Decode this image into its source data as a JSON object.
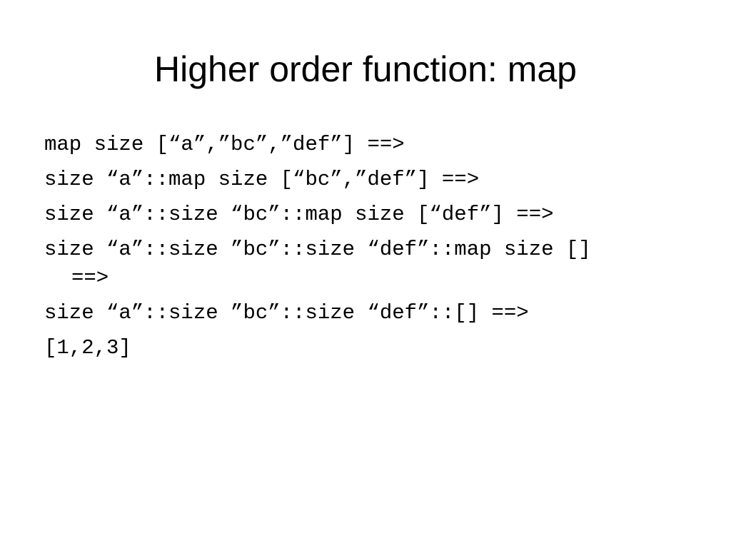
{
  "slide": {
    "title": "Higher order function: map",
    "lines": [
      {
        "text": "map size [“a”,”bc”,”def”] ==>"
      },
      {
        "text": "size “a”::map size [“bc”,”def”] ==>"
      },
      {
        "text": "size “a”::size “bc”::map size [“def”] ==>"
      },
      {
        "text": "size “a”::size ”bc”::size “def”::map size []",
        "continuation": "==>"
      },
      {
        "text": "size “a”::size ”bc”::size “def”::[] ==>"
      },
      {
        "text": "[1,2,3]"
      }
    ]
  }
}
